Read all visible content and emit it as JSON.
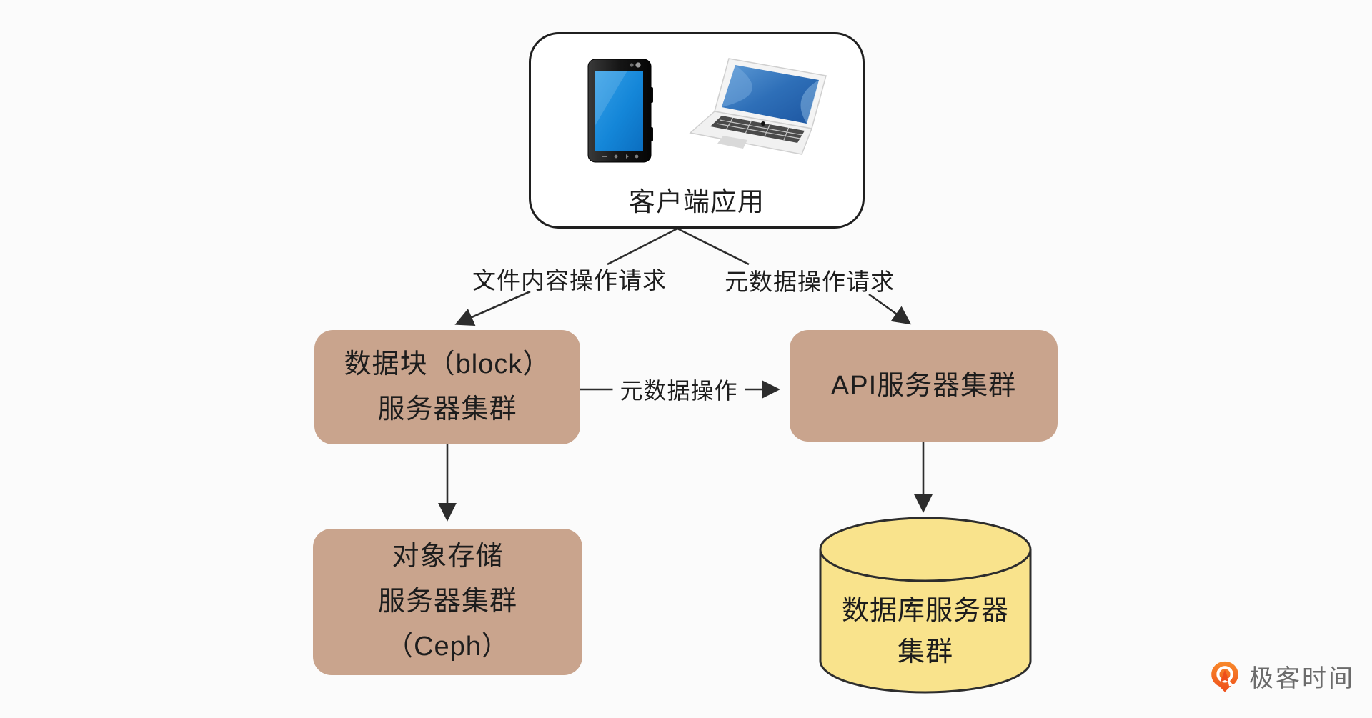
{
  "client": {
    "label": "客户端应用"
  },
  "edges": {
    "file_request": "文件内容操作请求",
    "meta_request": "元数据操作请求",
    "meta_operation": "元数据操作"
  },
  "nodes": {
    "block_cluster": {
      "line1": "数据块（block）",
      "line2": "服务器集群"
    },
    "api_cluster": {
      "label": "API服务器集群"
    },
    "object_storage": {
      "line1": "对象存储",
      "line2": "服务器集群",
      "line3": "（Ceph）"
    },
    "database": {
      "line1": "数据库服务器",
      "line2": "集群"
    }
  },
  "branding": {
    "logo_text": "极客时间"
  },
  "colors": {
    "node_fill": "#c9a48d",
    "cylinder_fill": "#f9e38c",
    "line": "#2d2d2d",
    "logo_orange": "#f26122",
    "background": "#fbfbfb"
  }
}
